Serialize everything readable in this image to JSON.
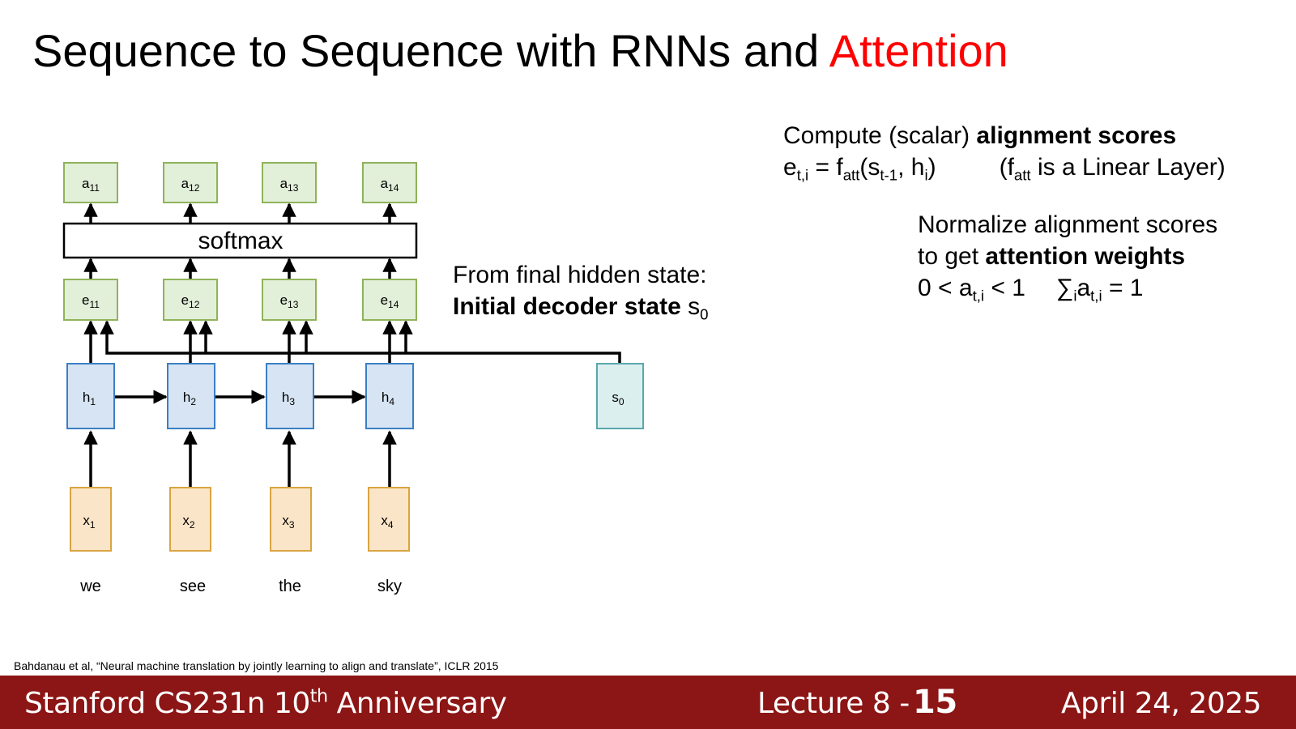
{
  "slide": {
    "title_main": "Sequence to Sequence with RNNs and",
    "title_accent": "Attention",
    "accent_color": "#ff0000"
  },
  "diagram": {
    "attention_labels": [
      "a",
      "a",
      "a",
      "a"
    ],
    "attention_subs": [
      "11",
      "12",
      "13",
      "14"
    ],
    "softmax_label": "softmax",
    "score_labels": [
      "e",
      "e",
      "e",
      "e"
    ],
    "score_subs": [
      "11",
      "12",
      "13",
      "14"
    ],
    "hidden_labels": [
      "h",
      "h",
      "h",
      "h"
    ],
    "hidden_subs": [
      "1",
      "2",
      "3",
      "4"
    ],
    "decoder_label": "s",
    "decoder_sub": "0",
    "input_labels": [
      "x",
      "x",
      "x",
      "x"
    ],
    "input_subs": [
      "1",
      "2",
      "3",
      "4"
    ],
    "words": [
      "we",
      "see",
      "the",
      "sky"
    ],
    "colors": {
      "green_fill": "#e2efd9",
      "green_stroke": "#8fb35a",
      "blue_fill": "#d6e4f3",
      "blue_stroke": "#3b7fc4",
      "teal_fill": "#dcefef",
      "teal_stroke": "#5aa7ad",
      "orange_fill": "#fbe5c8",
      "orange_stroke": "#d9a441"
    }
  },
  "annotations": {
    "from_final": "From final hidden state:",
    "initial_decoder_bold": "Initial decoder state",
    "initial_decoder_sym": "s",
    "initial_decoder_sub": "0",
    "compute_prefix": "Compute (scalar)",
    "compute_bold": "alignment scores",
    "eq_e": "e",
    "eq_e_sub": "t,i",
    "eq_eq": "= f",
    "eq_f_sub": "att",
    "eq_open": "(s",
    "eq_s_sub": "t-1",
    "eq_h": ", h",
    "eq_h_sub": "i",
    "eq_close": ")",
    "linear_open": "(f",
    "linear_sub": "att",
    "linear_rest": "is a Linear Layer)",
    "normalize_line1": "Normalize alignment scores",
    "normalize_prefix": "to get",
    "normalize_bold": "attention weights",
    "bound_left": "0 < a",
    "bound_sub": "t,i",
    "bound_right": "< 1",
    "sum_symbol": "∑",
    "sum_sub": "i",
    "sum_a": "a",
    "sum_a_sub": "t,i",
    "sum_eq": "= 1"
  },
  "citation": "Bahdanau et al, “Neural machine translation by jointly learning to align and translate”, ICLR 2015",
  "footer": {
    "course": "Stanford CS231n 10",
    "course_sup": "th",
    "course_rest": "Anniversary",
    "lecture": "Lecture 8 -",
    "page": "15",
    "date": "April 24, 2025",
    "bar_color": "#8c1515"
  }
}
